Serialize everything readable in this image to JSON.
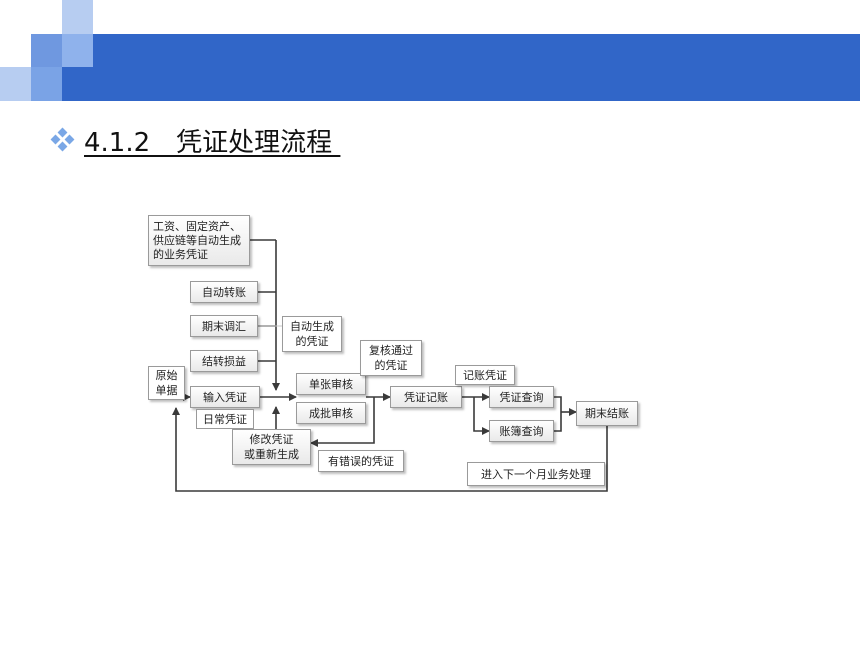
{
  "slide": {
    "title": "4.1.2　凭证处理流程 ",
    "accent_color": "#3166c8",
    "bullet_icon": "four-diamond-bullet"
  },
  "flowchart": {
    "source_vouchers": "工资、固定资产、\n供应链等自动生成\n的业务凭证",
    "auto_transfer": "自动转账",
    "period_end_adjust": "期末调汇",
    "carry_forward_pl": "结转损益",
    "auto_generated_vouchers": "自动生成\n的凭证",
    "original_docs": "原始\n单据",
    "enter_voucher": "输入凭证",
    "daily_voucher": "日常凭证",
    "single_review": "单张审核",
    "batch_review": "成批审核",
    "review_passed": "复核通过\n的凭证",
    "modify_or_regenerate": "修改凭证\n或重新生成",
    "erroneous_voucher": "有错误的凭证",
    "post_voucher": "凭证记账",
    "posted_voucher_label": "记账凭证",
    "voucher_query": "凭证查询",
    "ledger_query": "账簿查询",
    "period_end_closing": "期末结账",
    "next_month": "进入下一个月业务处理"
  }
}
